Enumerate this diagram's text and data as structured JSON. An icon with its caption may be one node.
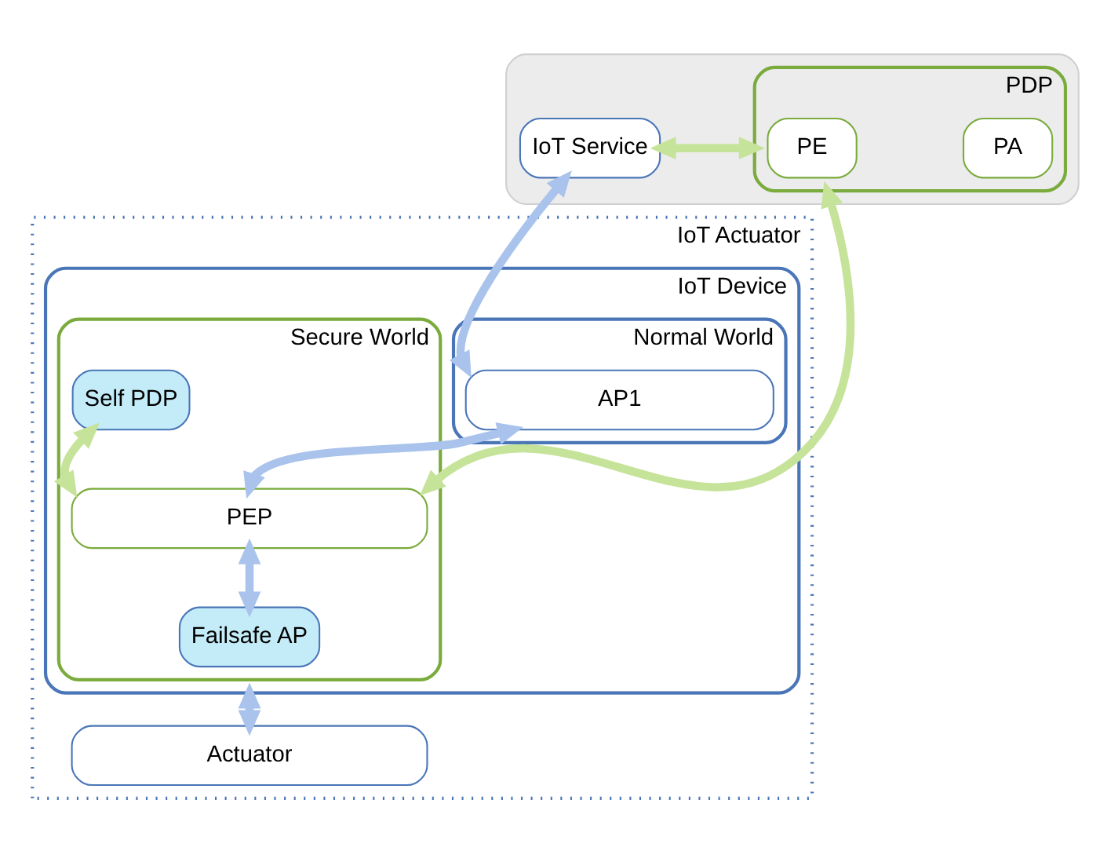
{
  "diagram": {
    "nodes": [
      {
        "text": [],
        "shape": "cloud"
      },
      {
        "text": [
          "IoT Service"
        ],
        "in": 0
      },
      {
        "text": [
          "PDP"
        ],
        "in": 0
      },
      {
        "text": [
          "PA"
        ],
        "in": 2
      },
      {
        "text": [
          "PE"
        ],
        "in": 2
      },
      {
        "text": [
          "IoT Actuator"
        ]
      },
      {
        "text": [
          "IoT Device"
        ],
        "in": 5
      },
      {
        "text": [
          "Normal World"
        ],
        "in": 6
      },
      {
        "text": [
          "AP1"
        ],
        "in": 7
      },
      {
        "text": [
          "Secure World"
        ],
        "in": 6
      },
      {
        "text": [
          "Self PDP"
        ],
        "in": 9
      },
      {
        "text": [
          "PEP"
        ],
        "in": 9
      },
      {
        "text": [
          "Failsafe AP"
        ],
        "in": 9
      },
      {
        "text": [
          "Actuator"
        ],
        "in": 5
      }
    ],
    "edges": [
      {
        "from": 1,
        "to": 2,
        "arrow": "both",
        "color": "#c6e39a"
      },
      {
        "from": 1,
        "to": 8,
        "arrow": "both"
      },
      {
        "from": 2,
        "to": 11,
        "arrow": "both",
        "color": "#c6e39a"
      },
      {
        "from": 8,
        "to": 11,
        "arrow": "both"
      },
      {
        "from": 10,
        "to": 11,
        "arrow": "both",
        "color": "#c6e39a"
      },
      {
        "from": 11,
        "to": 12,
        "arrow": "both"
      },
      {
        "from": 6,
        "to": 13,
        "arrow": "both"
      }
    ]
  }
}
